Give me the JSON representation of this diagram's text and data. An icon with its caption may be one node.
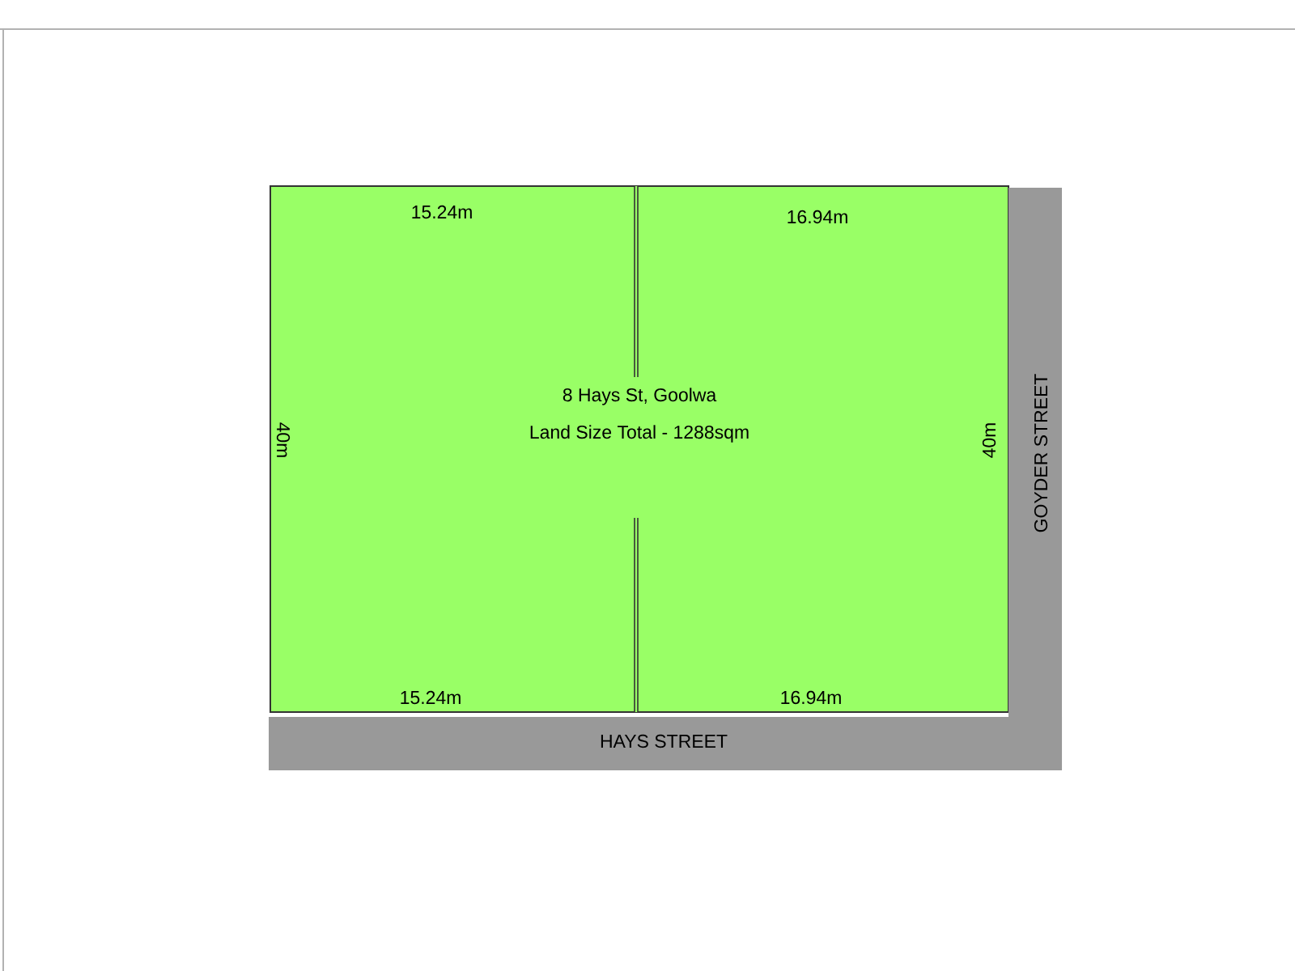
{
  "diagram": {
    "nodes": [
      {
        "text": [
          "8 Hays St, Goolwa",
          "Land Size Total - 1288sqm"
        ]
      },
      {
        "text": [
          "HAYS STREET"
        ]
      },
      {
        "text": [
          "GOYDER STREET"
        ]
      }
    ],
    "labels": [
      "15.24m",
      "16.94m",
      "40m",
      "40m",
      "15.24m",
      "16.94m"
    ]
  }
}
